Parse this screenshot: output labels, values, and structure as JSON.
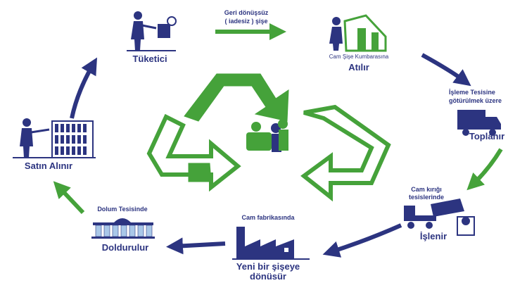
{
  "colors": {
    "green": "#45a23a",
    "blue": "#2c3480",
    "light_blue": "#a9c7e8"
  },
  "stages": {
    "consumer": {
      "label": "Tüketici",
      "icon": "person-throwing-icon"
    },
    "discard": {
      "note_top": "Geri dönüşsüz",
      "note_bottom": "( iadesiz ) şişe",
      "sub_label": "Cam Şişe Kumbarasına",
      "label": "Atılır",
      "icon": "bottle-bank-icon"
    },
    "collect": {
      "note_top": "İşleme Tesisine",
      "note_bottom": "götürülmek üzere",
      "label": "Toplanır",
      "icon": "truck-icon"
    },
    "process": {
      "note_top": "Cam kırığı",
      "note_bottom": "tesislerinde",
      "label": "İşlenir",
      "icon": "dump-truck-icon"
    },
    "newbottle": {
      "note": "Cam fabrikasında",
      "label_line1": "Yeni bir şişeye",
      "label_line2": "dönüsür",
      "icon": "factory-icon"
    },
    "fill": {
      "note": "Dolum Tesisinde",
      "label": "Doldurulur",
      "icon": "bottling-line-icon"
    },
    "buy": {
      "label": "Satın Alınır",
      "icon": "shopper-shelf-icon"
    }
  },
  "center": {
    "icon": "recycle-symbol-icon"
  }
}
